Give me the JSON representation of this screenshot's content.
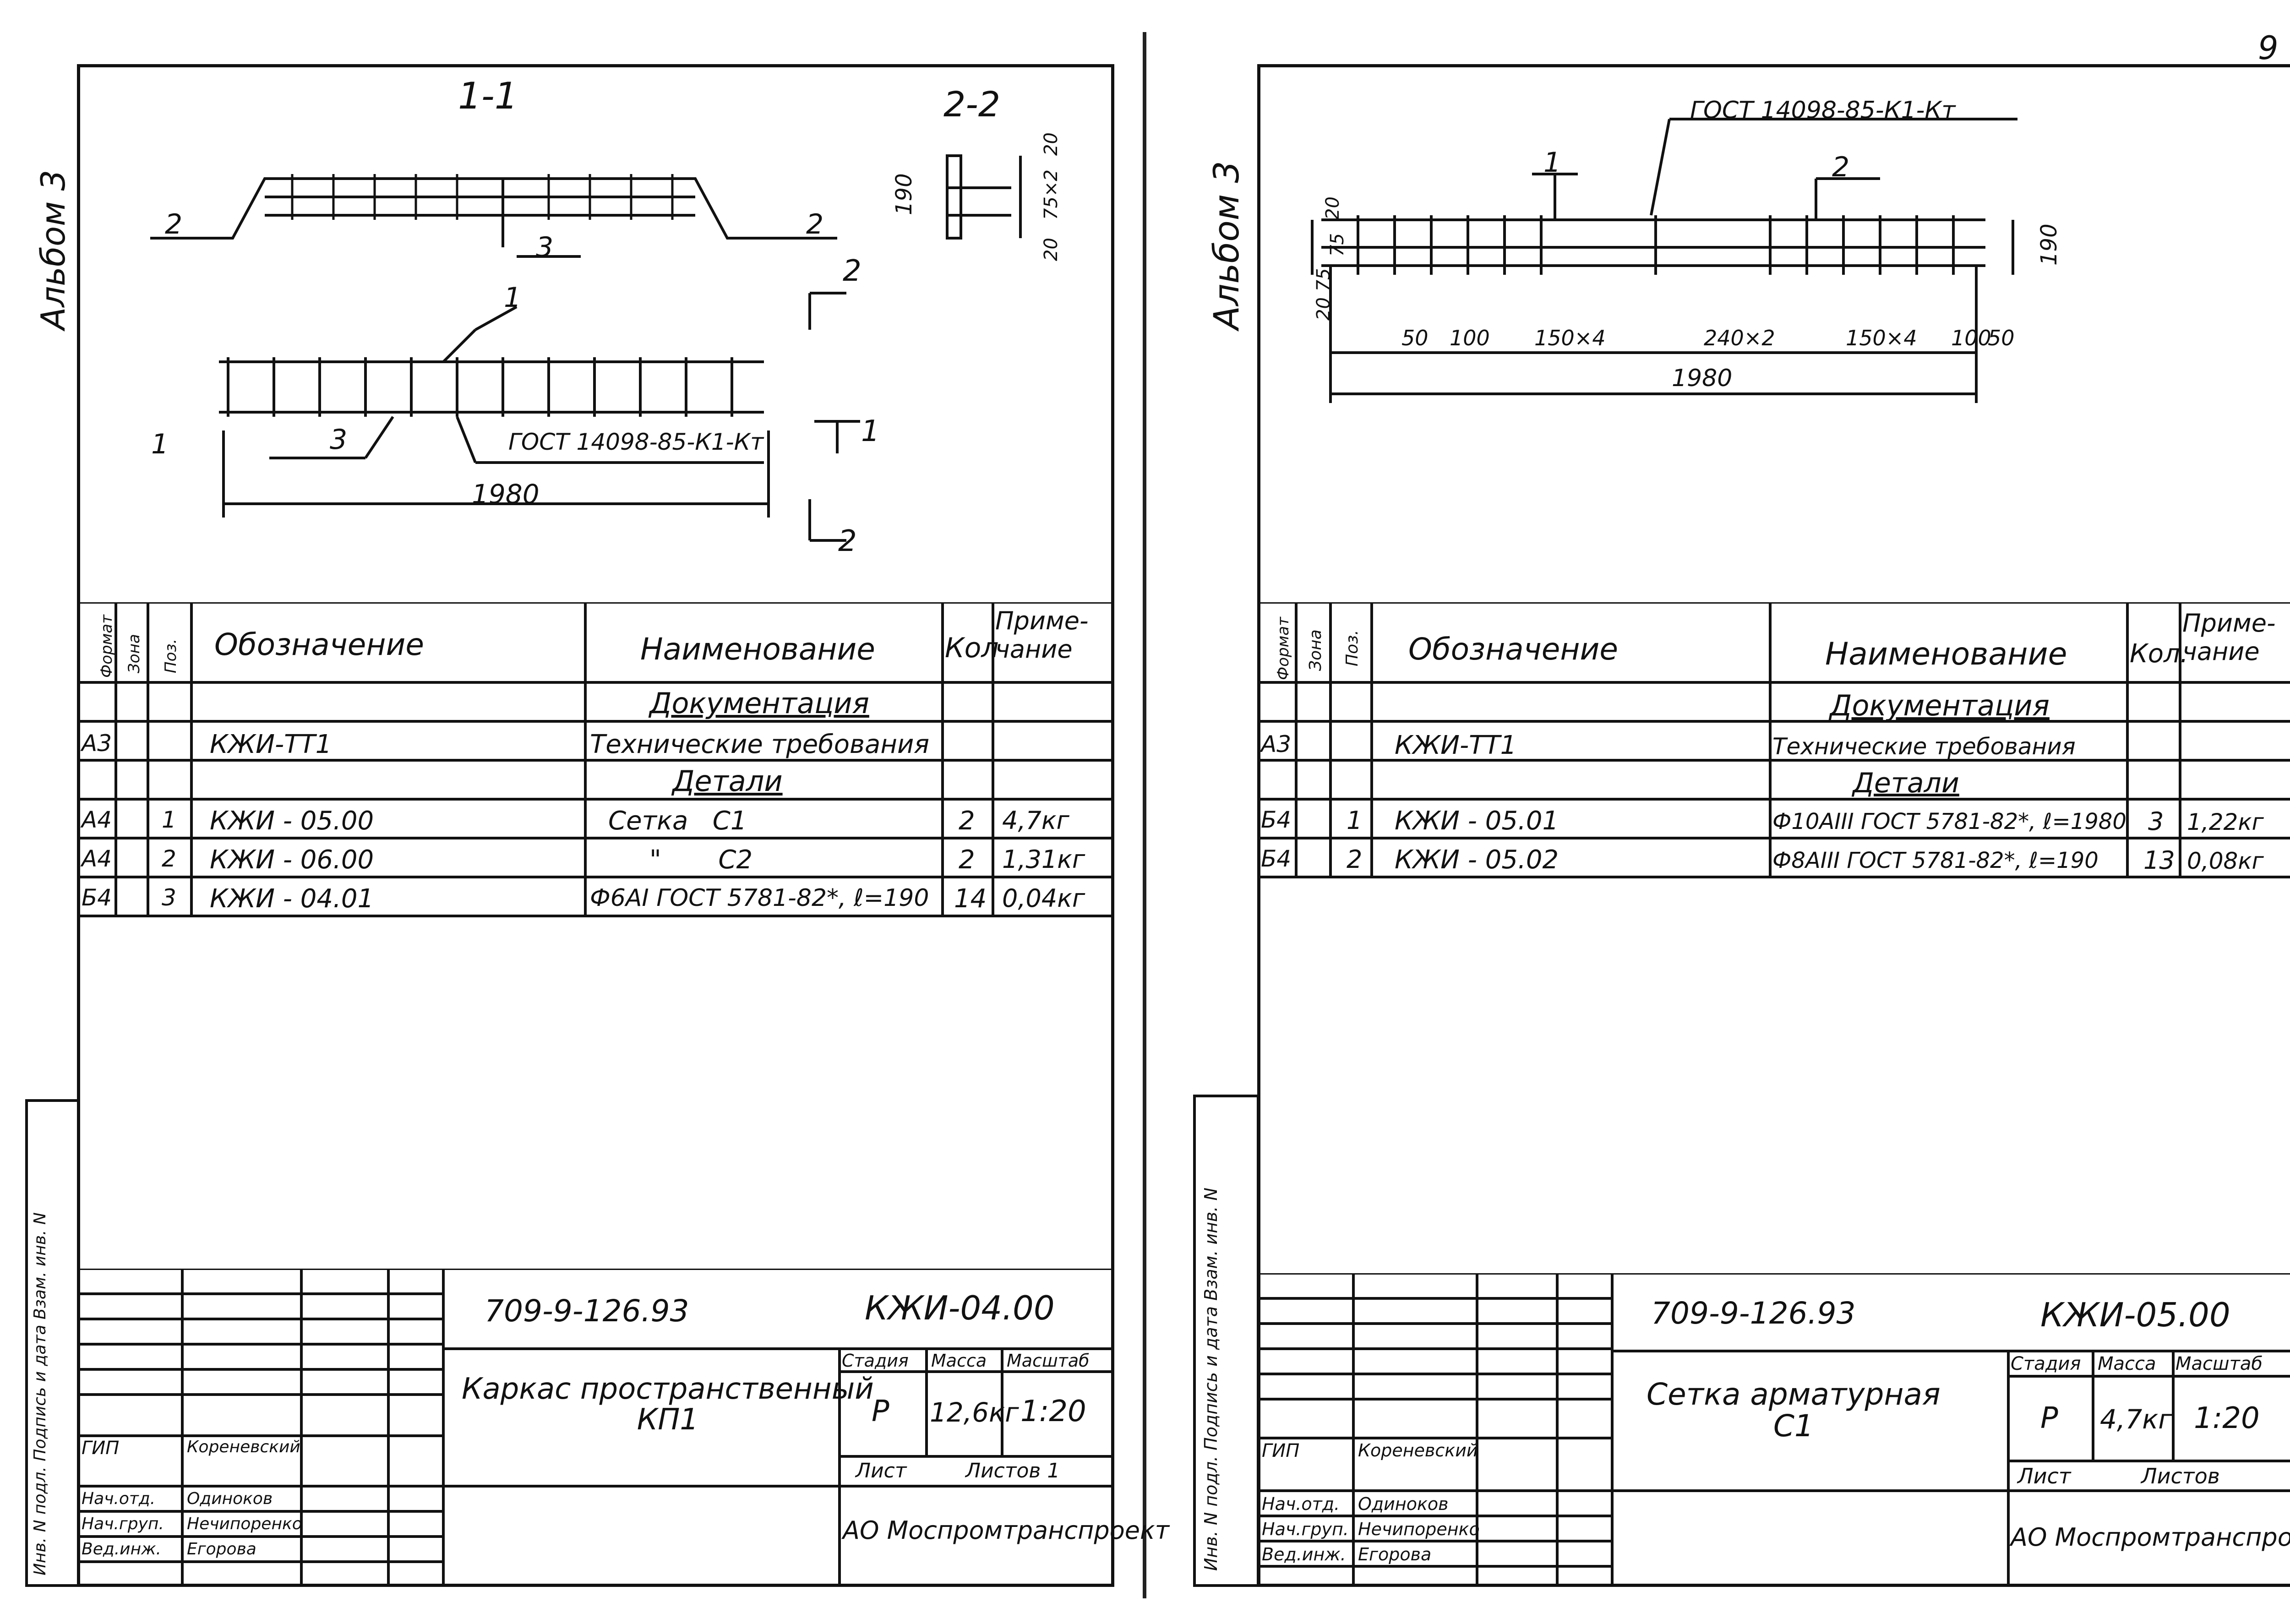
{
  "page_number": "9",
  "left": {
    "album": "Альбом 3",
    "section_1_1": "1-1",
    "section_2_2": "2-2",
    "cut_marks": {
      "a": "2",
      "b": "1",
      "c": "1",
      "d": "2"
    },
    "callouts": {
      "p1": "1",
      "p2": "2",
      "p2b": "2",
      "p3": "3",
      "p3b": "3"
    },
    "gost_label": "ГОСТ 14098-85-К1-Кт",
    "dim_length": "1980",
    "dim_190": "190",
    "dim_20a": "20",
    "dim_75x2": "75×2",
    "dim_20b": "20",
    "spec": {
      "headers": {
        "format": "Формат",
        "zone": "Зона",
        "pos": "Поз.",
        "designation": "Обозначение",
        "name": "Наименование",
        "qty": "Кол",
        "note": "Приме-\nчание"
      },
      "rows": [
        {
          "format": "",
          "zone": "",
          "pos": "",
          "designation": "",
          "name": "Документация",
          "qty": "",
          "note": ""
        },
        {
          "format": "А3",
          "zone": "",
          "pos": "",
          "designation": "КЖИ-ТТ1",
          "name": "Технические требования",
          "qty": "",
          "note": ""
        },
        {
          "format": "",
          "zone": "",
          "pos": "",
          "designation": "",
          "name": "Детали",
          "qty": "",
          "note": ""
        },
        {
          "format": "А4",
          "zone": "",
          "pos": "1",
          "designation": "КЖИ - 05.00",
          "name": "Сетка   С1",
          "qty": "2",
          "note": "4,7кг"
        },
        {
          "format": "А4",
          "zone": "",
          "pos": "2",
          "designation": "КЖИ - 06.00",
          "name": "\"       С2",
          "qty": "2",
          "note": "1,31кг"
        },
        {
          "format": "Б4",
          "zone": "",
          "pos": "3",
          "designation": "КЖИ - 04.01",
          "name": "Ф6АI ГОСТ 5781-82*, ℓ=190",
          "qty": "14",
          "note": "0,04кг"
        }
      ]
    },
    "side_stamp": "Инв. N подл.   Подпись и дата   Взам. инв. N",
    "title_block": {
      "code": "709-9-126.93",
      "doc": "КЖИ-04.00",
      "title": "Каркас пространственный\nКП1",
      "stage_h": "Стадия",
      "mass_h": "Масса",
      "scale_h": "Масштаб",
      "stage": "Р",
      "mass": "12,6кг",
      "scale": "1:20",
      "sheet_h": "Лист",
      "sheets_h": "Листов 1",
      "org": "АО Моспромтранспроект",
      "roles": [
        {
          "role": "ГИП",
          "name": "Кореневский"
        },
        {
          "role": "Нач.отд.",
          "name": "Одиноков"
        },
        {
          "role": "Нач.груп.",
          "name": "Нечипоренко"
        },
        {
          "role": "Вед.инж.",
          "name": "Егорова"
        }
      ]
    }
  },
  "right": {
    "album": "Альбом 3",
    "gost_label": "ГОСТ 14098-85-К1-Кт",
    "callouts": {
      "p1": "1",
      "p2": "2"
    },
    "dims": {
      "d20": "20",
      "d75": "75",
      "d2075": "20 75",
      "d190": "190",
      "d50a": "50",
      "d100a": "100",
      "d150x4a": "150×4",
      "d240x2": "240×2",
      "d150x4b": "150×4",
      "d100b": "100",
      "d50b": "50",
      "d1980": "1980"
    },
    "spec": {
      "headers": {
        "format": "Формат",
        "zone": "Зона",
        "pos": "Поз.",
        "designation": "Обозначение",
        "name": "Наименование",
        "qty": "Кол.",
        "note": "Приме-\nчание"
      },
      "rows": [
        {
          "format": "",
          "zone": "",
          "pos": "",
          "designation": "",
          "name": "Документация",
          "qty": "",
          "note": ""
        },
        {
          "format": "А3",
          "zone": "",
          "pos": "",
          "designation": "КЖИ-ТТ1",
          "name": "Технические требования",
          "qty": "",
          "note": ""
        },
        {
          "format": "",
          "zone": "",
          "pos": "",
          "designation": "",
          "name": "Детали",
          "qty": "",
          "note": ""
        },
        {
          "format": "Б4",
          "zone": "",
          "pos": "1",
          "designation": "КЖИ - 05.01",
          "name": "Ф10АIII ГОСТ 5781-82*, ℓ=1980",
          "qty": "3",
          "note": "1,22кг"
        },
        {
          "format": "Б4",
          "zone": "",
          "pos": "2",
          "designation": "КЖИ - 05.02",
          "name": "Ф8АIII ГОСТ 5781-82*, ℓ=190",
          "qty": "13",
          "note": "0,08кг"
        }
      ]
    },
    "side_stamp": "Инв. N подл.   Подпись и дата   Взам. инв. N",
    "title_block": {
      "code": "709-9-126.93",
      "doc": "КЖИ-05.00",
      "title": "Сетка арматурная\nС1",
      "stage_h": "Стадия",
      "mass_h": "Масса",
      "scale_h": "Масштаб",
      "stage": "Р",
      "mass": "4,7кг",
      "scale": "1:20",
      "sheet_h": "Лист",
      "sheets_h": "Листов",
      "org": "АО Моспромтранспроект",
      "roles": [
        {
          "role": "ГИП",
          "name": "Кореневский"
        },
        {
          "role": "Нач.отд.",
          "name": "Одиноков"
        },
        {
          "role": "Нач.груп.",
          "name": "Нечипоренко"
        },
        {
          "role": "Вед.инж.",
          "name": "Егорова"
        }
      ]
    }
  }
}
